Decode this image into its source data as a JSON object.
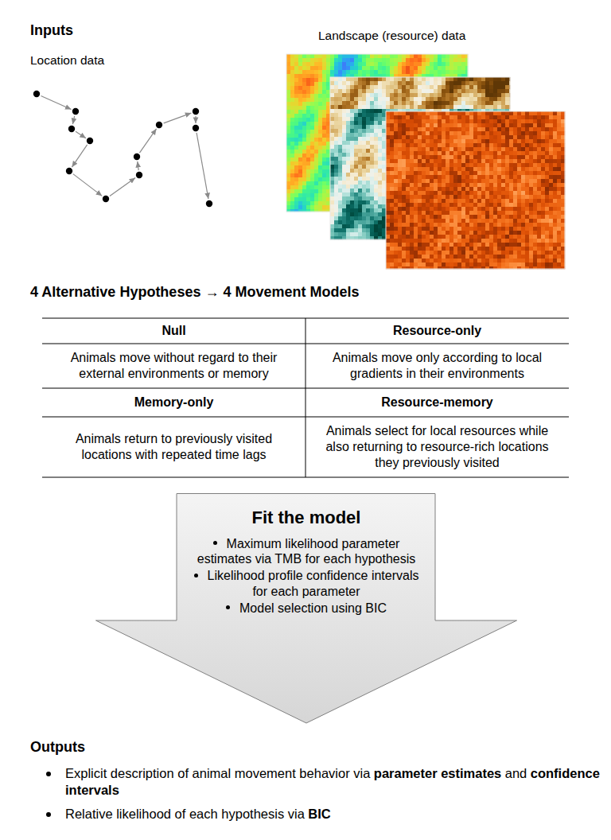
{
  "diagram": {
    "nodes": [
      {
        "text": [
          "Null",
          "Animals move without regard to their external environments or memory"
        ]
      },
      {
        "text": [
          "Resource-only",
          "Animals move only according to local gradients in their environments"
        ]
      },
      {
        "text": [
          "Memory-only",
          "Animals return to previously visited locations with repeated time lags"
        ]
      },
      {
        "text": [
          "Resource-memory",
          "Animals select for local resources while also returning to resource-rich locations they previously visited"
        ]
      },
      {
        "text": [
          "Fit the model",
          "Maximum likelihood parameter estimates via TMB for each hypothesis",
          "Likelihood profile confidence intervals for each parameter",
          "Model selection using BIC"
        ]
      }
    ],
    "labels": [
      "Inputs",
      "Location data",
      "Landscape (resource) data",
      "4 Alternative Hypotheses → 4 Movement Models",
      "Outputs",
      "Explicit description of animal movement behavior via",
      "parameter estimates",
      "and",
      "confidence intervals",
      "Relative likelihood of each hypothesis via",
      "BIC"
    ]
  }
}
